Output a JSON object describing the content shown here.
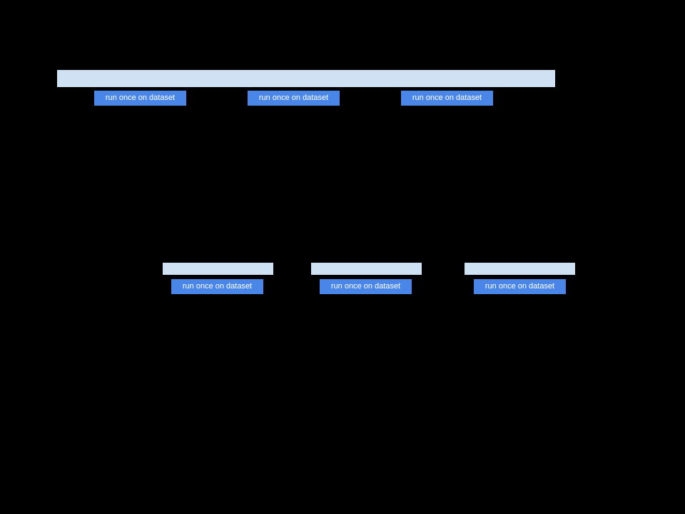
{
  "colors": {
    "background": "#000000",
    "stage_bar_fill": "#cfe2f3",
    "button_fill": "#4a86e8",
    "button_text": "#ffffff"
  },
  "top_section": {
    "bar_label": "",
    "buttons": [
      {
        "label": "run once on dataset"
      },
      {
        "label": "run once on dataset"
      },
      {
        "label": "run once on dataset"
      }
    ]
  },
  "middle_section": {
    "groups": [
      {
        "bar_label": "",
        "button_label": "run once on dataset"
      },
      {
        "bar_label": "",
        "button_label": "run once on dataset"
      },
      {
        "bar_label": "",
        "button_label": "run once on dataset"
      }
    ]
  }
}
